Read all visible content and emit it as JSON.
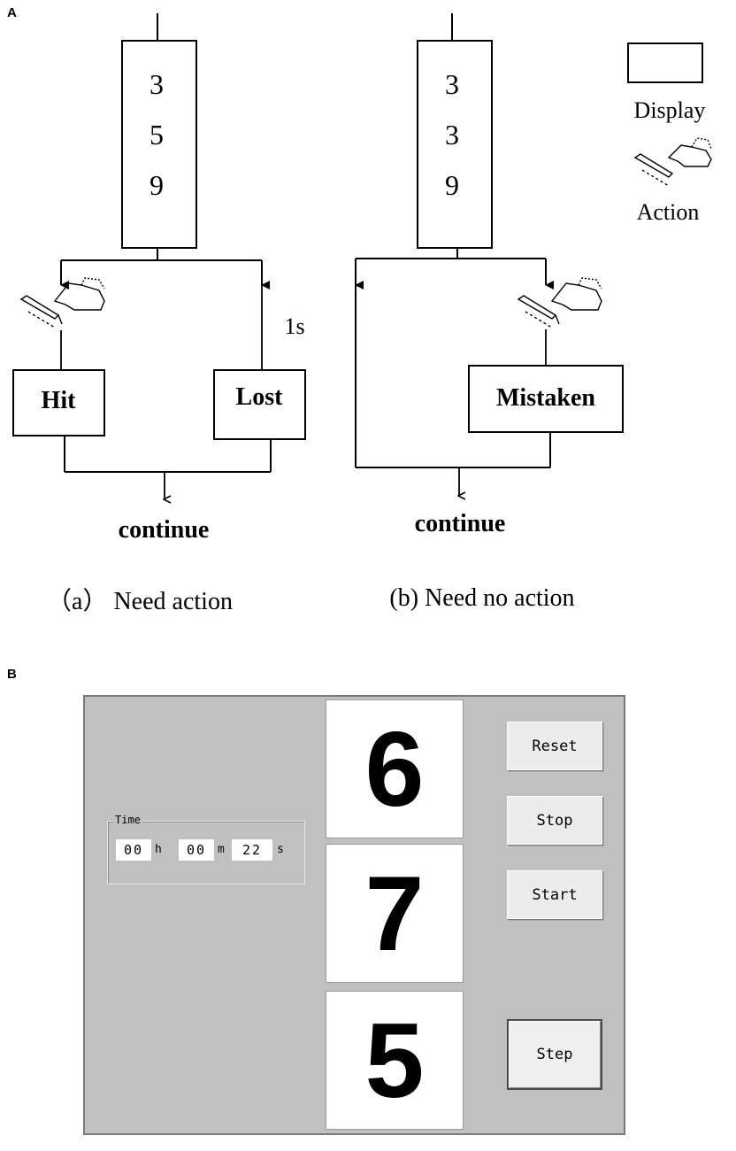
{
  "panel_a": {
    "letter": "A",
    "left_sequence": [
      "3",
      "5",
      "9"
    ],
    "right_sequence": [
      "3",
      "3",
      "9"
    ],
    "hit": "Hit",
    "lost": "Lost",
    "mistaken": "Mistaken",
    "timeout": "1s",
    "continue_left": "continue",
    "continue_right": "continue",
    "caption_a": "（a） Need action",
    "caption_b": "(b) Need no action",
    "legend_display": "Display",
    "legend_action": "Action"
  },
  "panel_b": {
    "letter": "B",
    "timer": {
      "label": "Time",
      "hours": "00",
      "h": "h",
      "minutes": "00",
      "m": "m",
      "seconds": "22",
      "s": "s"
    },
    "digits": [
      "6",
      "7",
      "5"
    ],
    "buttons": {
      "reset": "Reset",
      "stop": "Stop",
      "start": "Start",
      "step": "Step"
    }
  }
}
